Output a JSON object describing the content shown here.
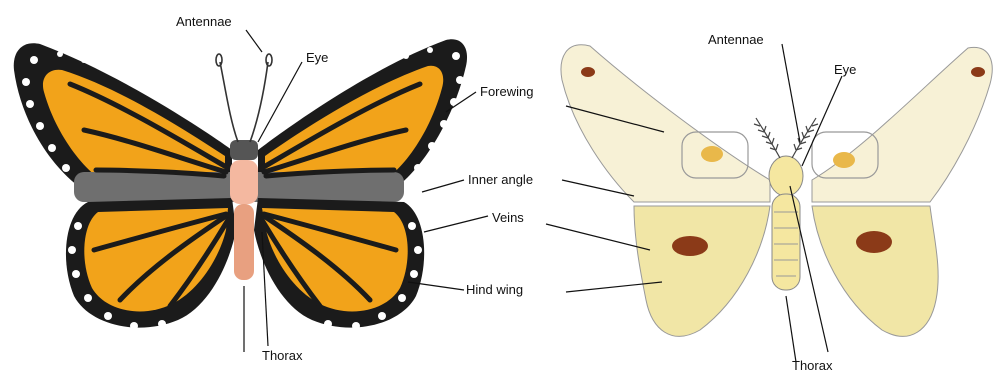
{
  "labels": {
    "butterfly": {
      "antennae": "Antennae",
      "eye": "Eye",
      "thorax": "Thorax"
    },
    "shared": {
      "forewing": "Forewing",
      "inner_angle": "Inner angle",
      "veins": "Veins",
      "hind_wing": "Hind wing"
    },
    "moth": {
      "antennae": "Antennae",
      "eye": "Eye",
      "thorax": "Thorax"
    }
  },
  "colors": {
    "butterfly_orange": "#f2a31a",
    "butterfly_black": "#1b1b1b",
    "butterfly_spots": "#ffffff",
    "butterfly_band": "#6f6f6f",
    "moth_wing": "#f7f1d6",
    "moth_hindwing": "#f1e6a6",
    "moth_body": "#f5e7a0",
    "moth_spot": "#8b3a18"
  }
}
